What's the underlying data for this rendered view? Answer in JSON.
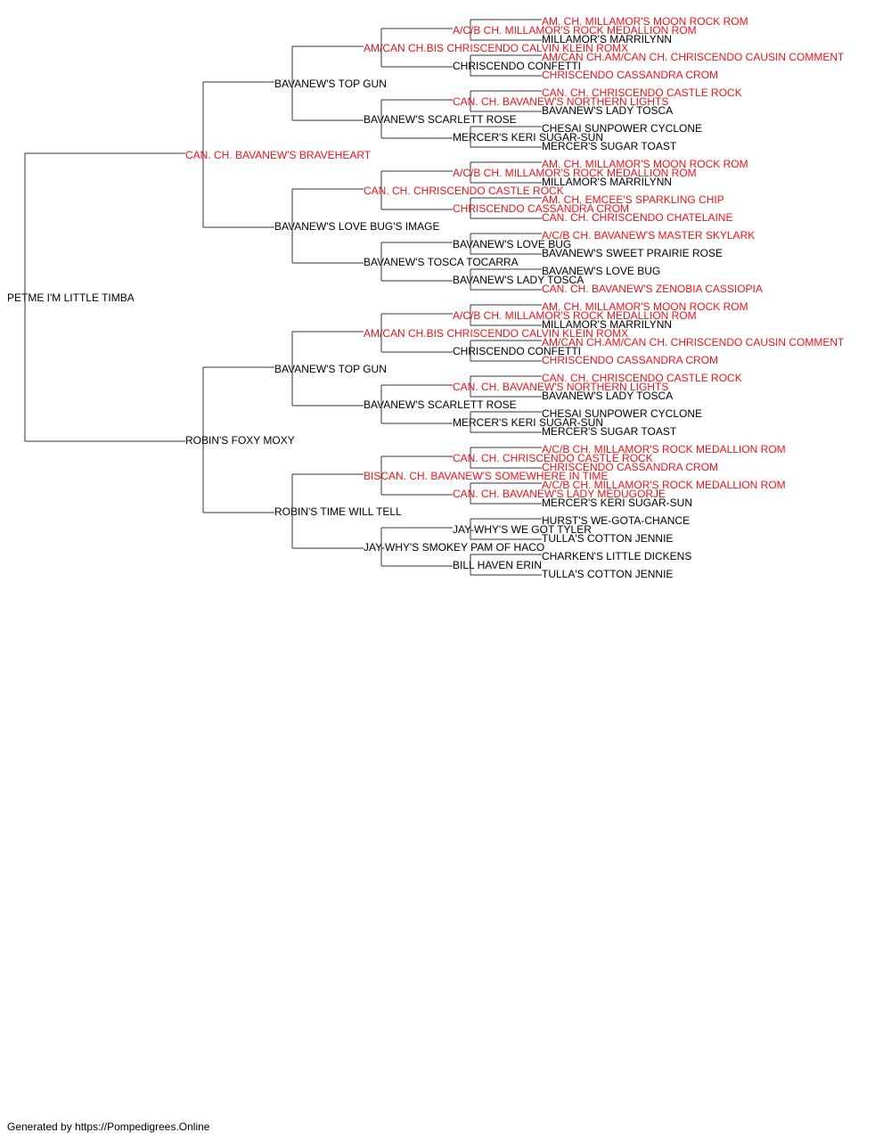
{
  "colors": {
    "champion": "#e8141b",
    "normal": "#000000",
    "line": "#333333"
  },
  "pedigree": {
    "name": "PETME I'M LITTLE TIMBA",
    "champion": false,
    "sire": {
      "name": "CAN. CH. BAVANEW'S BRAVEHEART",
      "champion": true,
      "sire": {
        "name": "BAVANEW'S TOP GUN",
        "champion": false,
        "sire": {
          "name": "AM/CAN CH.BIS CHRISCENDO CALVIN KLEIN ROMX",
          "champion": true,
          "sire": {
            "name": "A/C/B CH. MILLAMOR'S ROCK MEDALLION ROM",
            "champion": true,
            "sire": {
              "name": "AM. CH. MILLAMOR'S MOON ROCK ROM",
              "champion": true
            },
            "dam": {
              "name": "MILLAMOR'S MARRILYNN",
              "champion": false
            }
          },
          "dam": {
            "name": "CHRISCENDO CONFETTI",
            "champion": false,
            "sire": {
              "name": "AM/CAN CH.AM/CAN CH. CHRISCENDO CAUSIN COMMENT",
              "champion": true
            },
            "dam": {
              "name": "CHRISCENDO CASSANDRA CROM",
              "champion": true
            }
          }
        },
        "dam": {
          "name": "BAVANEW'S SCARLETT ROSE",
          "champion": false,
          "sire": {
            "name": "CAN. CH. BAVANEW'S NORTHERN LIGHTS",
            "champion": true,
            "sire": {
              "name": "CAN. CH. CHRISCENDO CASTLE ROCK",
              "champion": true
            },
            "dam": {
              "name": "BAVANEW'S LADY TOSCA",
              "champion": false
            }
          },
          "dam": {
            "name": "MERCER'S KERI SUGAR-SUN",
            "champion": false,
            "sire": {
              "name": "CHESAI SUNPOWER CYCLONE",
              "champion": false
            },
            "dam": {
              "name": "MERCER'S SUGAR TOAST",
              "champion": false
            }
          }
        }
      },
      "dam": {
        "name": "BAVANEW'S LOVE BUG'S IMAGE",
        "champion": false,
        "sire": {
          "name": "CAN. CH. CHRISCENDO CASTLE ROCK",
          "champion": true,
          "sire": {
            "name": "A/C/B CH. MILLAMOR'S ROCK MEDALLION ROM",
            "champion": true,
            "sire": {
              "name": "AM. CH. MILLAMOR'S MOON ROCK ROM",
              "champion": true
            },
            "dam": {
              "name": "MILLAMOR'S MARRILYNN",
              "champion": false
            }
          },
          "dam": {
            "name": "CHRISCENDO CASSANDRA CROM",
            "champion": true,
            "sire": {
              "name": "AM. CH. EMCEE'S SPARKLING CHIP",
              "champion": true
            },
            "dam": {
              "name": "CAN. CH. CHRISCENDO CHATELAINE",
              "champion": true
            }
          }
        },
        "dam": {
          "name": "BAVANEW'S TOSCA TOCARRA",
          "champion": false,
          "sire": {
            "name": "BAVANEW'S LOVE BUG",
            "champion": false,
            "sire": {
              "name": "A/C/B CH. BAVANEW'S MASTER SKYLARK",
              "champion": true
            },
            "dam": {
              "name": "BAVANEW'S SWEET PRAIRIE ROSE",
              "champion": false
            }
          },
          "dam": {
            "name": "BAVANEW'S LADY TOSCA",
            "champion": false,
            "sire": {
              "name": "BAVANEW'S LOVE BUG",
              "champion": false
            },
            "dam": {
              "name": "CAN. CH. BAVANEW'S ZENOBIA CASSIOPIA",
              "champion": true
            }
          }
        }
      }
    },
    "dam": {
      "name": "ROBIN'S FOXY MOXY",
      "champion": false,
      "sire": {
        "name": "BAVANEW'S TOP GUN",
        "champion": false,
        "sire": {
          "name": "AM/CAN CH.BIS CHRISCENDO CALVIN KLEIN ROMX",
          "champion": true,
          "sire": {
            "name": "A/C/B CH. MILLAMOR'S ROCK MEDALLION ROM",
            "champion": true,
            "sire": {
              "name": "AM. CH. MILLAMOR'S MOON ROCK ROM",
              "champion": true
            },
            "dam": {
              "name": "MILLAMOR'S MARRILYNN",
              "champion": false
            }
          },
          "dam": {
            "name": "CHRISCENDO CONFETTI",
            "champion": false,
            "sire": {
              "name": "AM/CAN CH.AM/CAN CH. CHRISCENDO CAUSIN COMMENT",
              "champion": true
            },
            "dam": {
              "name": "CHRISCENDO CASSANDRA CROM",
              "champion": true
            }
          }
        },
        "dam": {
          "name": "BAVANEW'S SCARLETT ROSE",
          "champion": false,
          "sire": {
            "name": "CAN. CH. BAVANEW'S NORTHERN LIGHTS",
            "champion": true,
            "sire": {
              "name": "CAN. CH. CHRISCENDO CASTLE ROCK",
              "champion": true
            },
            "dam": {
              "name": "BAVANEW'S LADY TOSCA",
              "champion": false
            }
          },
          "dam": {
            "name": "MERCER'S KERI SUGAR-SUN",
            "champion": false,
            "sire": {
              "name": "CHESAI SUNPOWER CYCLONE",
              "champion": false
            },
            "dam": {
              "name": "MERCER'S SUGAR TOAST",
              "champion": false
            }
          }
        }
      },
      "dam": {
        "name": "ROBIN'S TIME WILL TELL",
        "champion": false,
        "sire": {
          "name": "BISCAN. CH. BAVANEW'S SOMEWHERE IN TIME",
          "champion": true,
          "sire": {
            "name": "CAN. CH. CHRISCENDO CASTLE ROCK",
            "champion": true,
            "sire": {
              "name": "A/C/B CH. MILLAMOR'S ROCK MEDALLION ROM",
              "champion": true
            },
            "dam": {
              "name": "CHRISCENDO CASSANDRA CROM",
              "champion": true
            }
          },
          "dam": {
            "name": "CAN. CH. BAVANEW'S LADY MEDUGORJE",
            "champion": true,
            "sire": {
              "name": "A/C/B CH. MILLAMOR'S ROCK MEDALLION ROM",
              "champion": true
            },
            "dam": {
              "name": "MERCER'S KERI SUGAR-SUN",
              "champion": false
            }
          }
        },
        "dam": {
          "name": "JAY-WHY'S SMOKEY PAM OF HACO",
          "champion": false,
          "sire": {
            "name": "JAY-WHY'S WE GOT TYLER",
            "champion": false,
            "sire": {
              "name": "HURST'S WE-GOTA-CHANCE",
              "champion": false
            },
            "dam": {
              "name": "TULLA'S COTTON JENNIE",
              "champion": false
            }
          },
          "dam": {
            "name": "BILL HAVEN ERIN",
            "champion": false,
            "sire": {
              "name": "CHARKEN'S LITTLE DICKENS",
              "champion": false
            },
            "dam": {
              "name": "TULLA'S COTTON JENNIE",
              "champion": false
            }
          }
        }
      }
    }
  },
  "footer": {
    "text": "Generated by https://Pompedigrees.Online"
  }
}
